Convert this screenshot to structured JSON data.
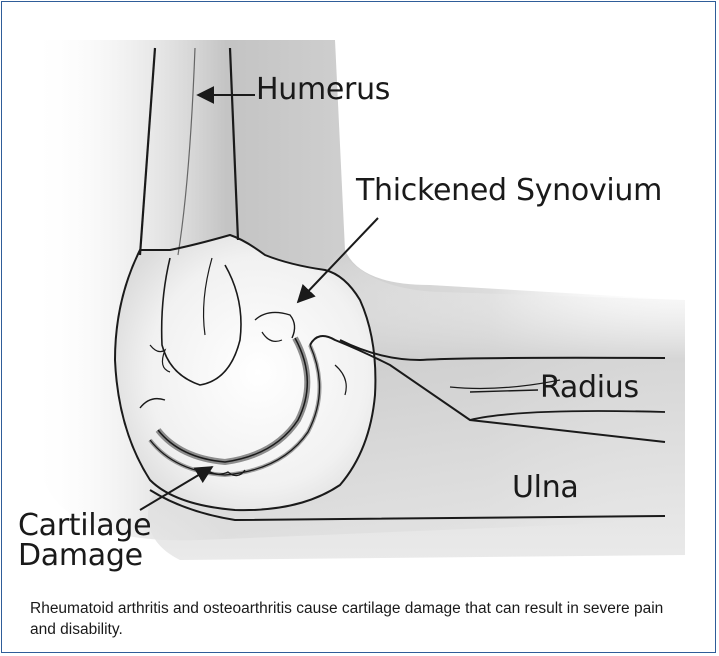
{
  "labels": {
    "humerus": "Humerus",
    "thickened_synovium": "Thickened Synovium",
    "radius": "Radius",
    "ulna": "Ulna",
    "cartilage": "Cartilage",
    "damage": "Damage"
  },
  "caption": "Rheumatoid arthritis and osteoarthritis cause cartilage damage that can result in severe pain and disability.",
  "colors": {
    "border": "#2f5d99",
    "line": "#1a1a1a",
    "shadow": "#c9c9c9",
    "cartilage": "#7a7a7a"
  }
}
